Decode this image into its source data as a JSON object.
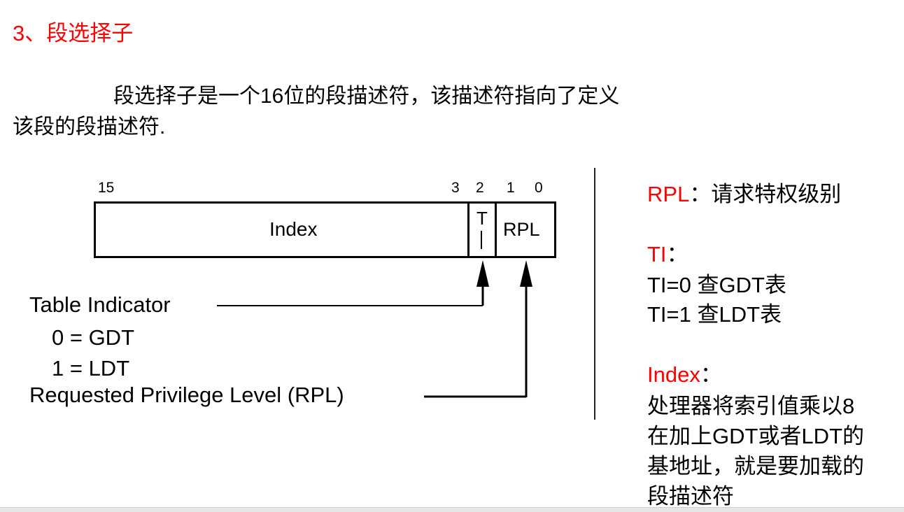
{
  "title": "3、段选择子",
  "paragraph": {
    "line1": "段选择子是一个16位的段描述符，该描述符指向了定义",
    "line2": "该段的段描述符."
  },
  "diagram": {
    "bit_numbers": [
      "15",
      "3",
      "2",
      "1",
      "0"
    ],
    "fields": {
      "index": "Index",
      "ti_top": "T",
      "rpl": "RPL"
    },
    "labels": {
      "table_indicator": "Table Indicator",
      "gdt": "0 = GDT",
      "ldt": "1 = LDT",
      "rpl": "Requested Privilege Level (RPL)"
    }
  },
  "notes": {
    "rpl_key": "RPL",
    "rpl_value": "：请求特权级别",
    "ti_key": "TI",
    "ti_colon": "：",
    "ti0": "TI=0  查GDT表",
    "ti1": "TI=1  查LDT表",
    "index_key": "Index",
    "index_colon": "：",
    "index_lines": [
      "处理器将索引值乘以8",
      "在加上GDT或者LDT的",
      "基地址，就是要加载的",
      "段描述符"
    ]
  },
  "colors": {
    "accent": "#ff0000",
    "text": "#000000"
  }
}
